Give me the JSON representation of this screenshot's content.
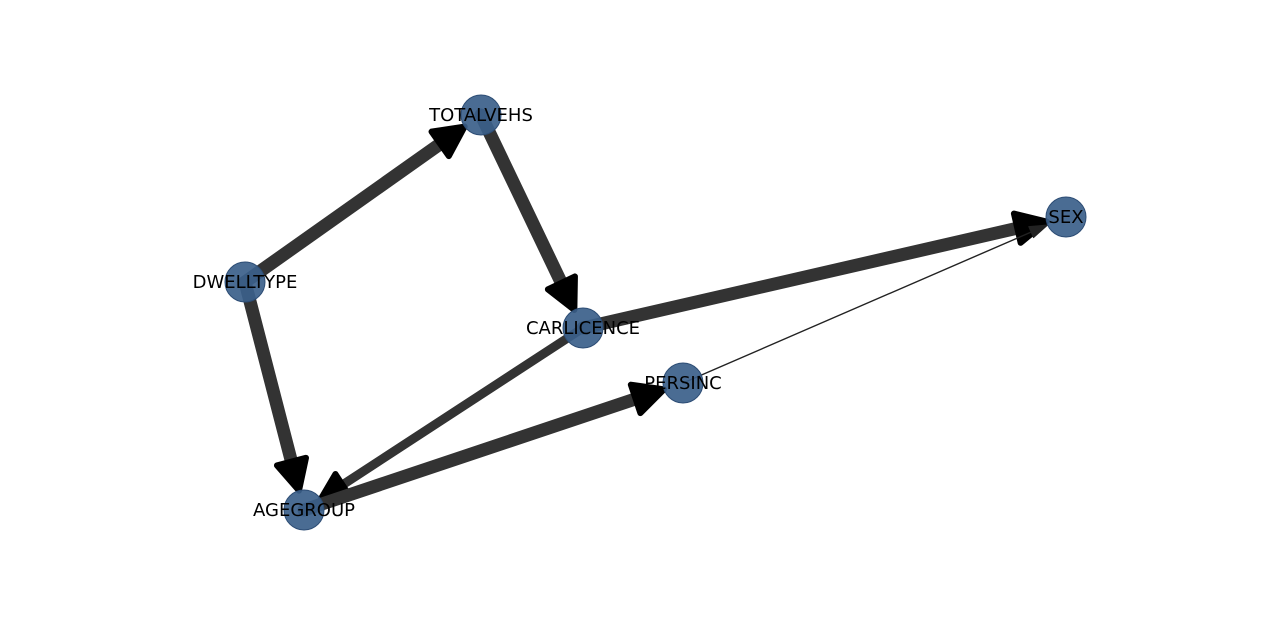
{
  "colors": {
    "node_fill": "#3b5f8a",
    "edge": "#000000",
    "label": "#000000",
    "background": "#ffffff"
  },
  "nodes": [
    {
      "id": "TOTALVEHS",
      "label": "TOTALVEHS"
    },
    {
      "id": "DWELLTYPE",
      "label": "DWELLTYPE"
    },
    {
      "id": "CARLICENCE",
      "label": "CARLICENCE"
    },
    {
      "id": "SEX",
      "label": "SEX"
    },
    {
      "id": "PERSINC",
      "label": "PERSINC"
    },
    {
      "id": "AGEGROUP",
      "label": "AGEGROUP"
    }
  ],
  "edges": [
    {
      "source": "DWELLTYPE",
      "target": "TOTALVEHS",
      "weight": "heavy"
    },
    {
      "source": "TOTALVEHS",
      "target": "CARLICENCE",
      "weight": "heavy"
    },
    {
      "source": "DWELLTYPE",
      "target": "AGEGROUP",
      "weight": "heavy"
    },
    {
      "source": "CARLICENCE",
      "target": "SEX",
      "weight": "heavy"
    },
    {
      "source": "CARLICENCE",
      "target": "AGEGROUP",
      "weight": "medium"
    },
    {
      "source": "AGEGROUP",
      "target": "PERSINC",
      "weight": "heavy"
    },
    {
      "source": "PERSINC",
      "target": "SEX",
      "weight": "light"
    }
  ]
}
